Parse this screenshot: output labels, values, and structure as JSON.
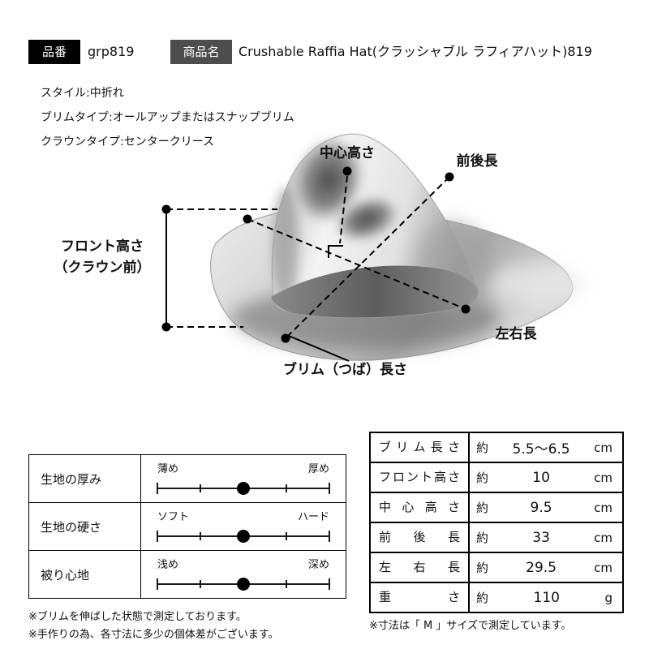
{
  "header": {
    "item_no_label": "品番",
    "item_no_value": "grp819",
    "product_name_label": "商品名",
    "product_name_value": "Crushable Raffia Hat(クラッシャブル ラフィアハット)819"
  },
  "details": {
    "style": "スタイル:中折れ",
    "brim_type": "ブリムタイプ:オールアップまたはスナップブリム",
    "crown_type": "クラウンタイプ:センタークリース"
  },
  "diagram": {
    "center_height_label": "中心高さ",
    "front_back_label": "前後長",
    "front_height_label_line1": "フロント高さ",
    "front_height_label_line2": "（クラウン前）",
    "left_right_label": "左右長",
    "brim_length_label": "ブリム（つば）長さ"
  },
  "feature_table": {
    "rows": [
      {
        "label": "生地の厚み",
        "left": "薄め",
        "right": "厚め",
        "position": "center"
      },
      {
        "label": "生地の硬さ",
        "left": "ソフト",
        "right": "ハード",
        "position": "center"
      },
      {
        "label": "被り心地",
        "left": "浅め",
        "right": "深め",
        "position": "center"
      }
    ]
  },
  "spec_table": {
    "rows": [
      {
        "label": "ブリム長さ",
        "approx": "約",
        "value": "5.5〜6.5",
        "unit": "cm"
      },
      {
        "label": "フロント高さ",
        "approx": "約",
        "value": "10",
        "unit": "cm"
      },
      {
        "label": "中心高さ",
        "approx": "約",
        "value": "9.5",
        "unit": "cm"
      },
      {
        "label": "前後長",
        "approx": "約",
        "value": "33",
        "unit": "cm"
      },
      {
        "label": "左右長",
        "approx": "約",
        "value": "29.5",
        "unit": "cm"
      },
      {
        "label": "重さ",
        "approx": "約",
        "value": "110",
        "unit": "g"
      }
    ]
  },
  "notes": {
    "note1": "※ブリムを伸ばした状態で測定しております。",
    "note2": "※手作りの為、各寸法に多少の個体差がございます。",
    "note3": "※寸法は「 M 」サイズで測定しています。"
  },
  "colors": {
    "item_tag_bg": "#000000",
    "product_tag_bg": "#4d4d4d",
    "tag_text": "#ffffff",
    "line_color": "#000000"
  }
}
